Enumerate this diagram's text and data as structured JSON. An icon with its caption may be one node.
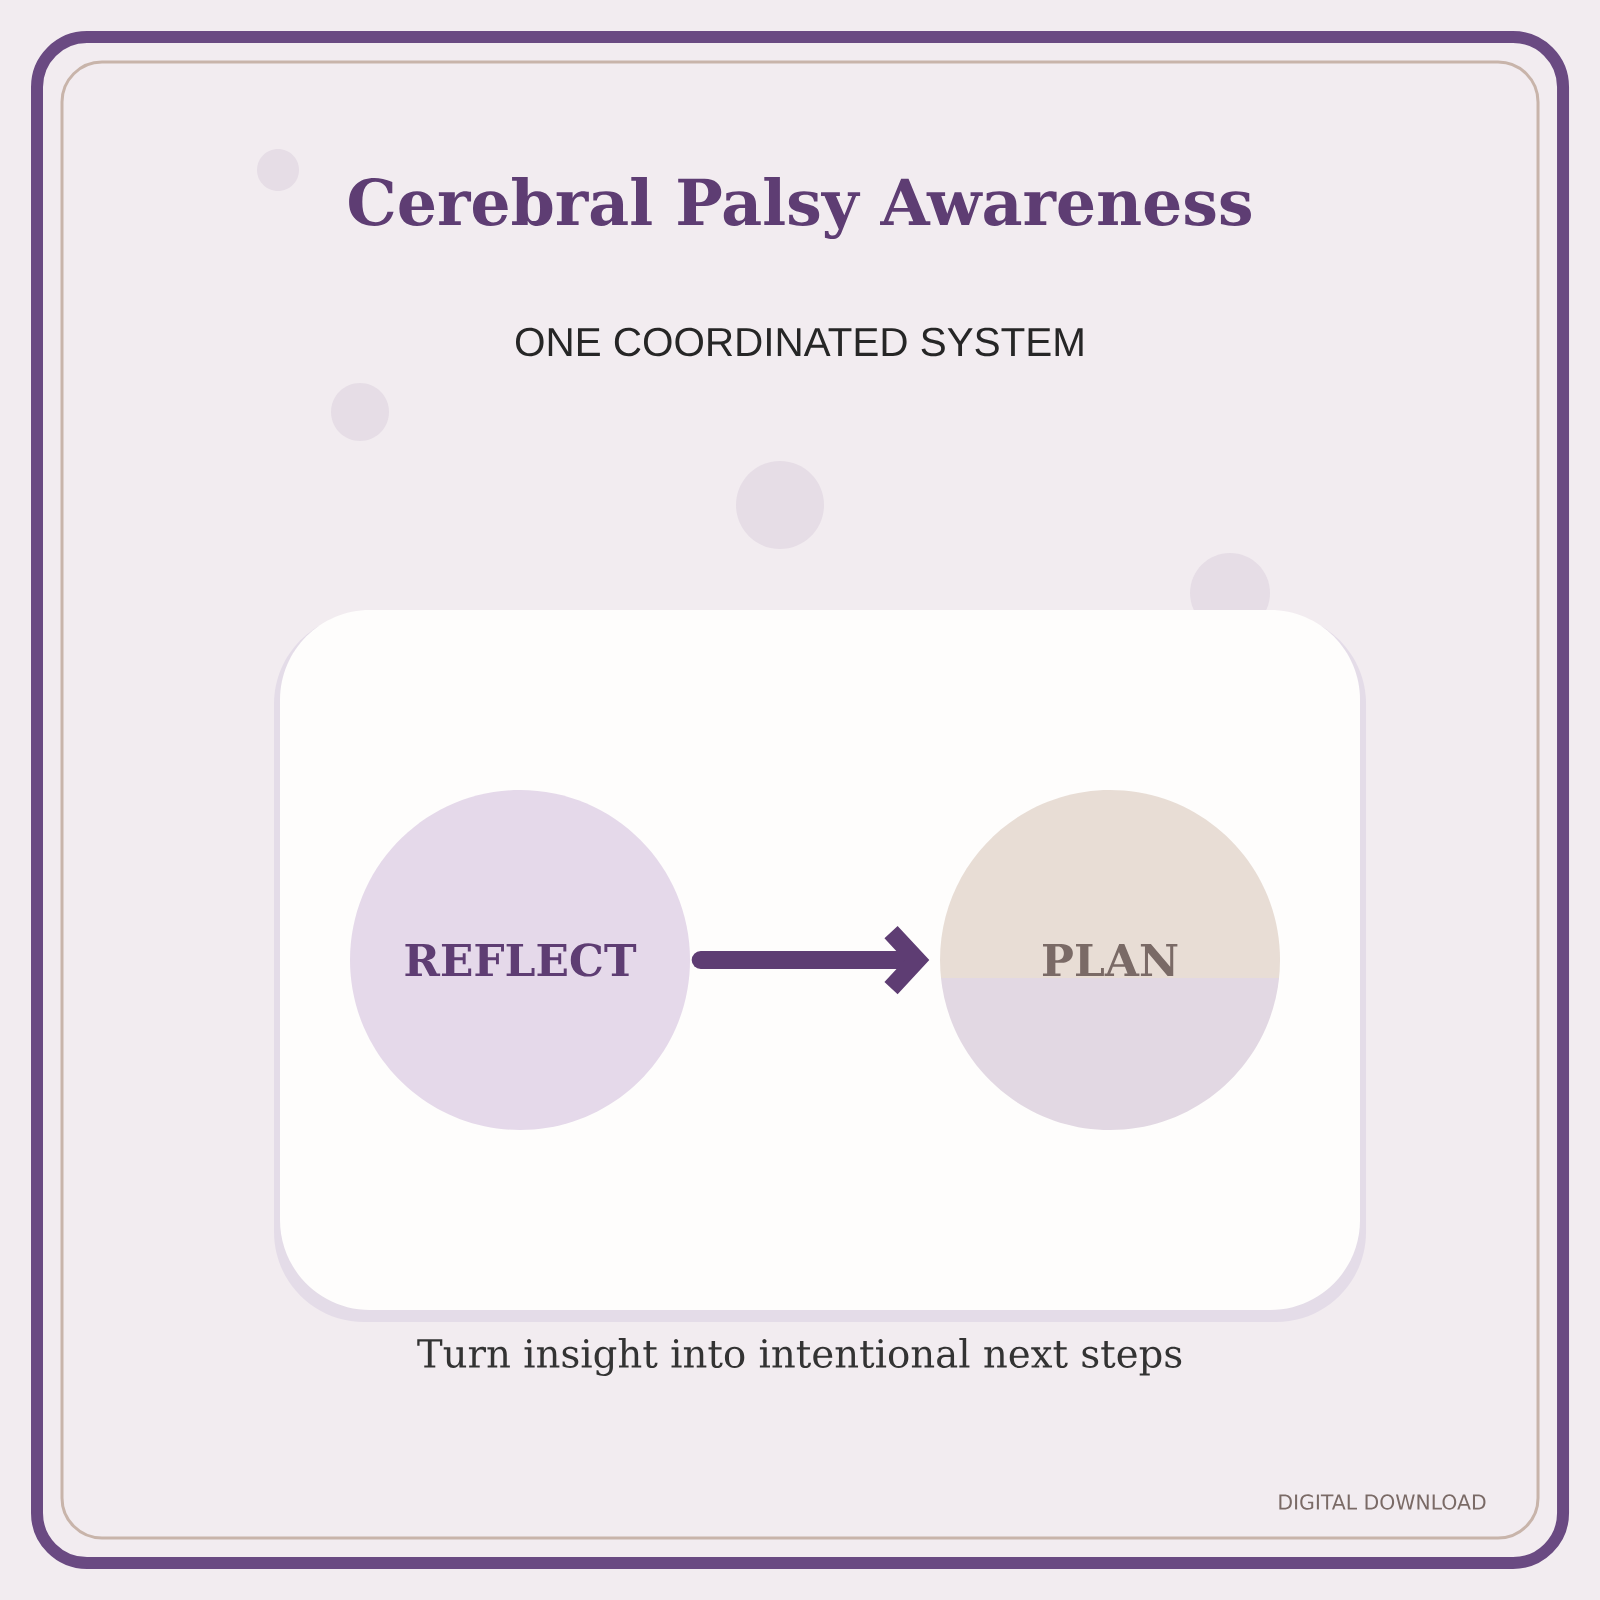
{
  "diagram": {
    "title": "Cerebral Palsy Awareness",
    "caption": "Turn insight into intentional next steps",
    "nodes": [
      {
        "text": [
          "REFLECT"
        ]
      },
      {
        "text": [
          "PLAN"
        ]
      }
    ],
    "edges": [
      {
        "from": 0,
        "to": 1,
        "arrow": "to"
      }
    ],
    "labels": [
      "ONE COORDINATED SYSTEM",
      "DIGITAL DOWNLOAD"
    ]
  }
}
